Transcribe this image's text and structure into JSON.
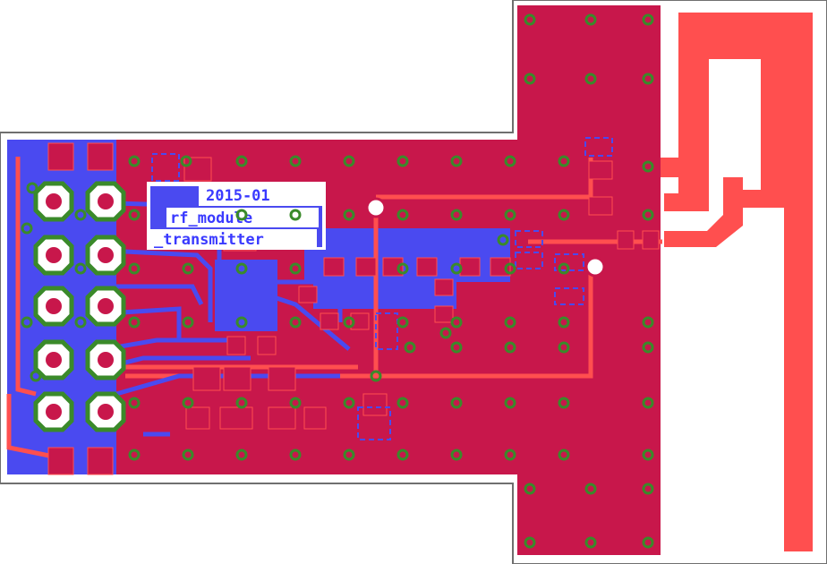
{
  "board": {
    "silkscreen": {
      "line1": "2015-01",
      "line2": "rf_module",
      "line3": "_transmitter"
    }
  },
  "colors": {
    "background": "#ffffff",
    "outline": "#6f6f6f",
    "top_copper": "#c8174b",
    "bottom_copper": "#4a4af0",
    "antenna": "#ff4f4f",
    "via_ring": "#3a8a2a",
    "silk_label_bg": "#ffffff",
    "silk_text": "#3a3aff"
  }
}
